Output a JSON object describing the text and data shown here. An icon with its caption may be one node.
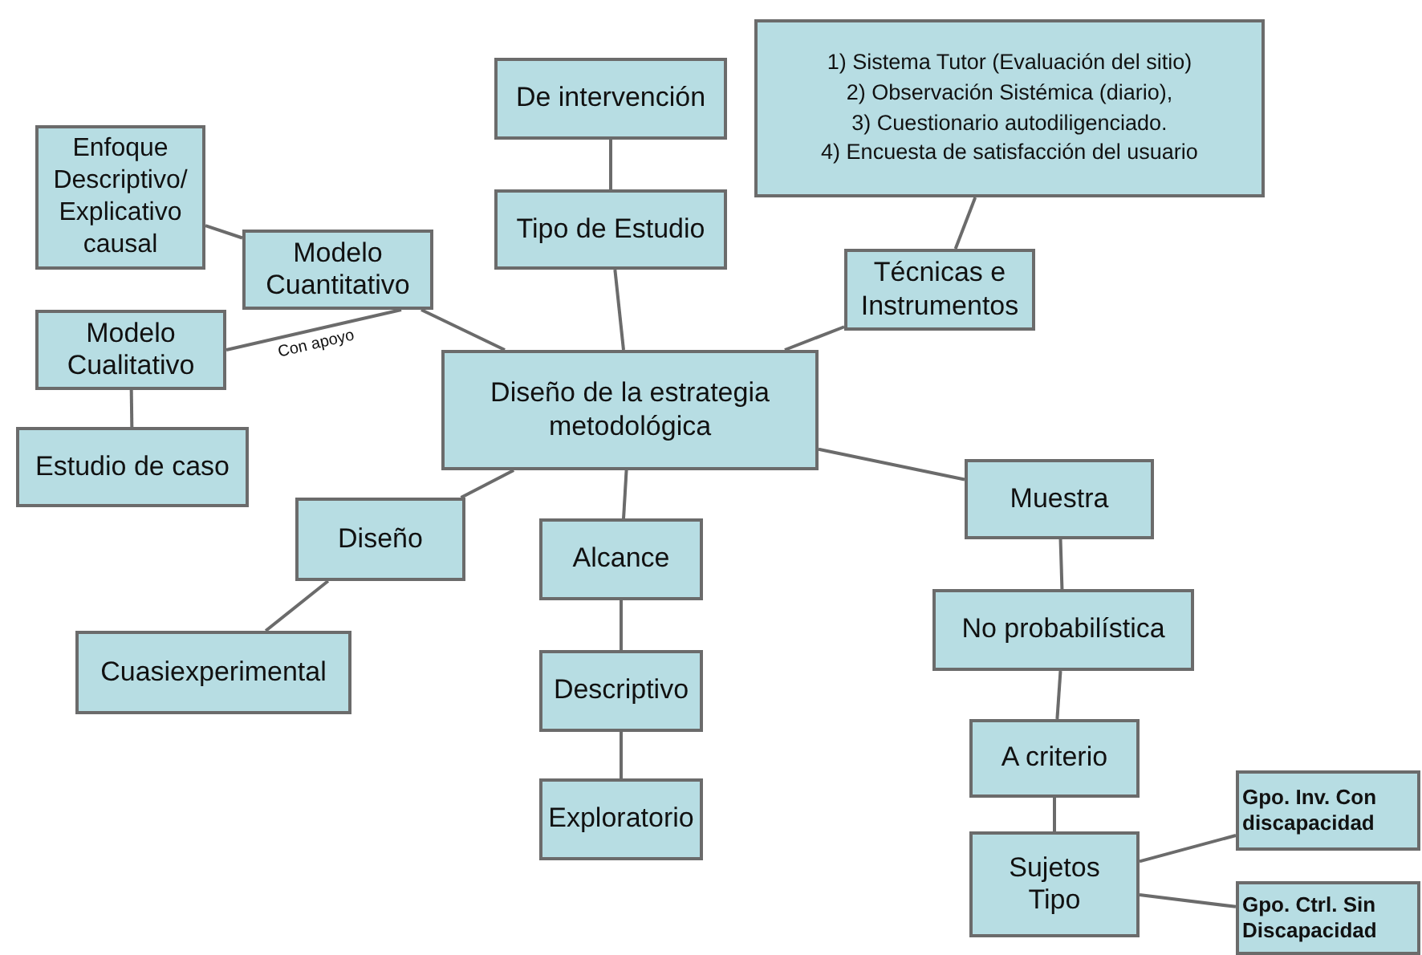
{
  "diagram": {
    "nodes": [
      {
        "text": [
          "Enfoque Descriptivo/ Explicativo causal"
        ]
      },
      {
        "text": [
          "Modelo Cuantitativo"
        ]
      },
      {
        "text": [
          "De intervención"
        ]
      },
      {
        "text": [
          "Tipo de Estudio"
        ]
      },
      {
        "text": [
          "1) Sistema Tutor (Evaluación del sitio)",
          "2) Observación Sistémica (diario),",
          "3) Cuestionario autodiligenciado.",
          "4) Encuesta de satisfacción del usuario"
        ]
      },
      {
        "text": [
          "Técnicas e Instrumentos"
        ]
      },
      {
        "text": [
          "Modelo Cualitativo"
        ]
      },
      {
        "text": [
          "Diseño de la estrategia metodológica"
        ]
      },
      {
        "text": [
          "Estudio de caso"
        ]
      },
      {
        "text": [
          "Diseño"
        ]
      },
      {
        "text": [
          "Alcance"
        ]
      },
      {
        "text": [
          "Muestra"
        ]
      },
      {
        "text": [
          "Cuasiexperimental"
        ]
      },
      {
        "text": [
          "Descriptivo"
        ]
      },
      {
        "text": [
          "No probabilística"
        ]
      },
      {
        "text": [
          "Exploratorio"
        ]
      },
      {
        "text": [
          "A criterio"
        ]
      },
      {
        "text": [
          "Sujetos Tipo"
        ]
      },
      {
        "text": [
          "Gpo. Inv. Con discapacidad"
        ]
      },
      {
        "text": [
          "Gpo. Ctrl. Sin Discapacidad"
        ]
      }
    ],
    "edges": [
      {
        "from": 0,
        "to": 1,
        "arrow": "none"
      },
      {
        "from": 1,
        "to": 7,
        "arrow": "none"
      },
      {
        "from": 6,
        "to": 1,
        "arrow": "none",
        "label": "Con apoyo"
      },
      {
        "from": 6,
        "to": 8,
        "arrow": "none"
      },
      {
        "from": 2,
        "to": 3,
        "arrow": "none"
      },
      {
        "from": 3,
        "to": 7,
        "arrow": "none"
      },
      {
        "from": 4,
        "to": 5,
        "arrow": "none"
      },
      {
        "from": 5,
        "to": 7,
        "arrow": "none"
      },
      {
        "from": 7,
        "to": 9,
        "arrow": "none"
      },
      {
        "from": 9,
        "to": 12,
        "arrow": "none"
      },
      {
        "from": 7,
        "to": 10,
        "arrow": "none"
      },
      {
        "from": 10,
        "to": 13,
        "arrow": "none"
      },
      {
        "from": 13,
        "to": 15,
        "arrow": "none"
      },
      {
        "from": 7,
        "to": 11,
        "arrow": "none"
      },
      {
        "from": 11,
        "to": 14,
        "arrow": "none"
      },
      {
        "from": 14,
        "to": 16,
        "arrow": "none"
      },
      {
        "from": 16,
        "to": 17,
        "arrow": "none"
      },
      {
        "from": 17,
        "to": 18,
        "arrow": "none"
      },
      {
        "from": 17,
        "to": 19,
        "arrow": "none"
      }
    ]
  }
}
